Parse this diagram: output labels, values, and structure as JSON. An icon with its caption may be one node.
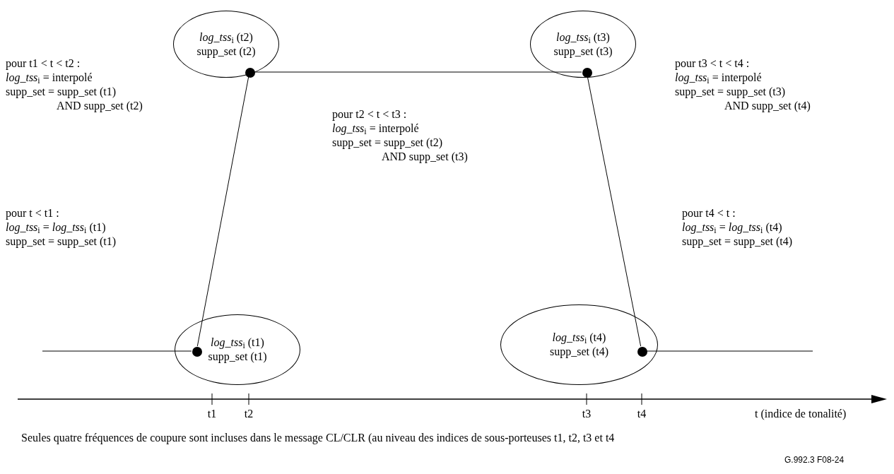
{
  "diagram": {
    "caption": "Seules quatre fréquences de coupure sont incluses dans le message CL/CLR (au niveau des indices de sous-porteuses t1, t2, t3 et t4",
    "nodes": [
      {
        "text": [
          "*log_tss*$_{i}$ (t2)",
          "supp_set (t2)"
        ]
      },
      {
        "text": [],
        "shape": "circle",
        "in": 0
      },
      {
        "text": [
          "*log_tss*$_{i}$ (t3)",
          "supp_set (t3)"
        ]
      },
      {
        "text": [],
        "shape": "circle",
        "in": 2
      },
      {
        "text": [
          "*log_tss*$_{i}$ (t1)",
          "supp_set (t1)"
        ]
      },
      {
        "text": [],
        "shape": "circle",
        "in": 4
      },
      {
        "text": [
          "*log_tss*$_{i}$ (t4)",
          "supp_set (t4)"
        ]
      },
      {
        "text": [],
        "shape": "circle",
        "in": 6
      }
    ],
    "edges": [
      {
        "from": null,
        "to": 5,
        "arrow": "none"
      },
      {
        "from": 5,
        "to": 1,
        "arrow": "none"
      },
      {
        "from": 1,
        "to": 3,
        "arrow": "none"
      },
      {
        "from": 3,
        "to": 7,
        "arrow": "none"
      },
      {
        "from": 7,
        "to": null,
        "arrow": "none"
      }
    ],
    "labels": [
      "pour t1 < t < t2 :",
      "*log_tss*$_{i}$ = interpolé",
      "supp_set = supp_set (t1)",
      "AND supp_set (t2)",
      "pour t3 < t < t4 :",
      "*log_tss*$_{i}$ = interpolé",
      "supp_set = supp_set (t3)",
      "AND supp_set (t4)",
      "pour t2 < t < t3 :",
      "*log_tss*$_{i}$ = interpolé",
      "supp_set = supp_set (t2)",
      "AND supp_set (t3)",
      "pour t < t1 :",
      "*log_tss*$_{i}$ = *log_tss*$_{i}$ (t1)",
      "supp_set = supp_set (t1)",
      "pour t4 < t :",
      "*log_tss*$_{i}$ = *log_tss*$_{i}$ (t4)",
      "supp_set = supp_set (t4)",
      "t1",
      "t2",
      "t3",
      "t4",
      "t (indice de tonalité)",
      "G.992.3 F08-24"
    ]
  }
}
